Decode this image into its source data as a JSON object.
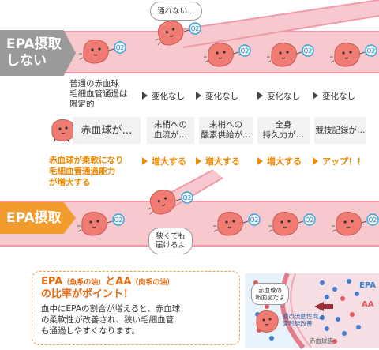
{
  "rows": {
    "top_label": "EPA摂取\nしない",
    "bottom_label": "EPA摂取"
  },
  "bubbles": {
    "top": "通れない…",
    "bottom": "狭くても\n届けるよ"
  },
  "o2_label": "O2",
  "columns": {
    "first_note": "普通の赤血球\n毛細血管通過は\n限定的",
    "changes": [
      "変化なし",
      "変化なし",
      "変化なし",
      "変化なし"
    ],
    "cards": [
      "赤血球が…",
      "末梢への\n血流が…",
      "末梢への\n酸素供給が…",
      "全身\n持久力が…",
      "競技記録が…"
    ],
    "epa_effect_note": "赤血球が柔軟になり\n毛細血管通過能力\nが増大する",
    "results": [
      "増大する",
      "増大する",
      "増大する",
      "アップ！！"
    ]
  },
  "info_box": {
    "title_parts": [
      "EPA",
      "（魚系の油）",
      "とAA",
      "（肉系の油）"
    ],
    "title_line2": "の比率がポイント！",
    "body": "血中にEPAの割合が増えると、赤血球\nの柔軟性が改善され、狭い毛細血管\nも通過しやすくなります。"
  },
  "diagram": {
    "bubble": "赤血球の\n断面図だよ",
    "epa": "EPA",
    "aa": "AA",
    "improvement": "膜の流動性向上\n変形能改善",
    "membrane": "赤血球膜"
  },
  "colors": {
    "vessel": "#f7c9cf",
    "vessel_edge": "#ef9aa6",
    "cell": "#ef7b73",
    "orange": "#f08a00",
    "gray_header": "#9a9a9a",
    "card_bg": "#f2f2f2",
    "epa_dot": "#3c7fd0",
    "aa_dot": "#e8555a"
  }
}
